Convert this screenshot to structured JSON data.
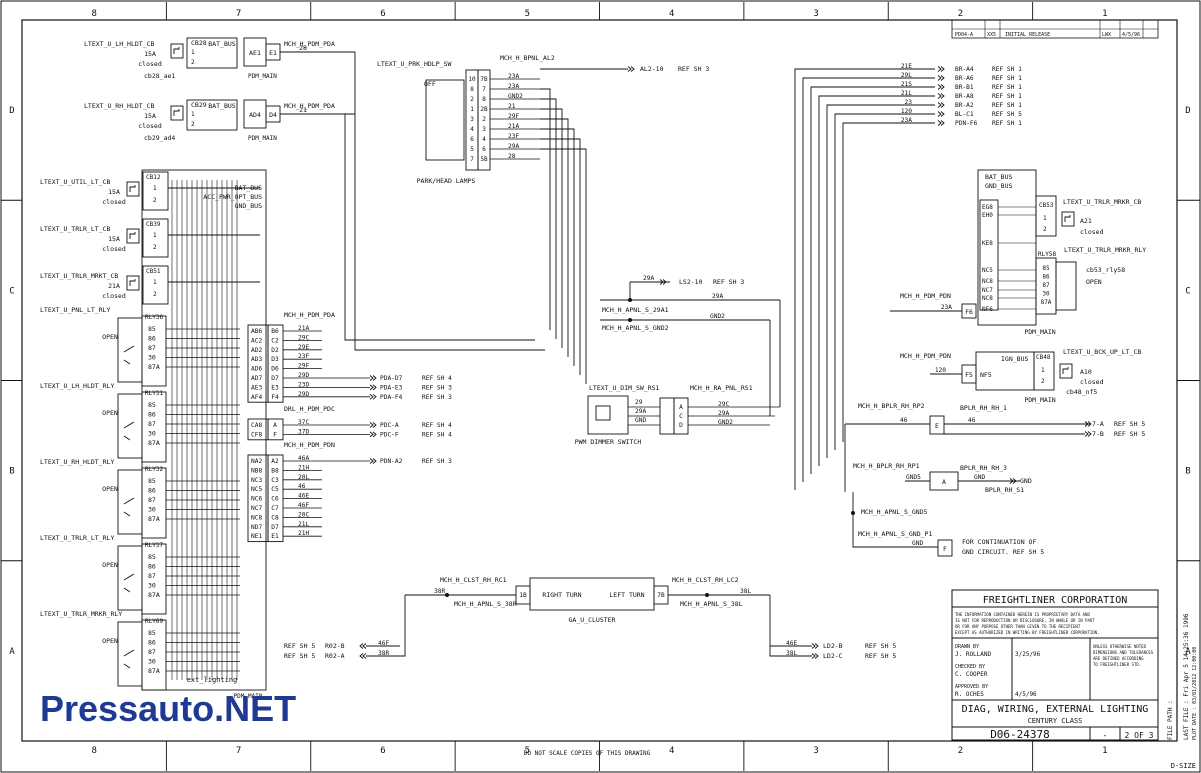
{
  "border": {
    "columns": [
      "8",
      "7",
      "6",
      "5",
      "4",
      "3",
      "2",
      "1"
    ],
    "rows": [
      "D",
      "C",
      "B",
      "A"
    ]
  },
  "breakers": [
    {
      "tag": "LTEXT_U_LH_HLDT_CB",
      "id": "CB28",
      "rating": "15A",
      "state": "closed",
      "ref": "cb28_ae1",
      "bus": "BAT_BUS",
      "pin": "AE1",
      "pin2": "E1",
      "wire": "28",
      "net": "MCH_H_PDM_PDA",
      "unit": "PDM_MAIN"
    },
    {
      "tag": "LTEXT_U_RH_HLDT_CB",
      "id": "CB29",
      "rating": "15A",
      "state": "closed",
      "ref": "cb29_ad4",
      "bus": "BAT_BUS",
      "pin": "AD4",
      "pin2": "D4",
      "wire": "21",
      "net": "MCH_H_PDM_PDA",
      "unit": "PDM_MAIN"
    }
  ],
  "left_cbs": [
    {
      "tag": "LTEXT_U_UTIL_LT_CB",
      "id": "CB12",
      "rating": "15A",
      "state": "closed"
    },
    {
      "tag": "LTEXT_U_TRLR_LT_CB",
      "id": "CB39",
      "rating": "15A",
      "state": "closed"
    },
    {
      "tag": "LTEXT_U_TRLR_MRKT_CB",
      "id": "CB51",
      "rating": "21A",
      "state": "closed"
    }
  ],
  "left_bus": [
    "BAT_BUS",
    "ACC_PWR_OPT_BUS",
    "GND_BUS"
  ],
  "relays": [
    {
      "tag": "LTEXT_U_PNL_LT_RLY",
      "id": "RLY36",
      "state": "OPEN",
      "pins": [
        "85",
        "86",
        "87",
        "30",
        "87A"
      ]
    },
    {
      "tag": "LTEXT_U_LH_HLDT_RLY",
      "id": "RLY31",
      "state": "OPEN",
      "pins": [
        "85",
        "86",
        "87",
        "30",
        "87A"
      ]
    },
    {
      "tag": "LTEXT_U_RH_HLDT_RLY",
      "id": "RLY32",
      "state": "OPEN",
      "pins": [
        "85",
        "86",
        "87",
        "30",
        "87A"
      ]
    },
    {
      "tag": "LTEXT_U_TRLR_LT_RLY",
      "id": "RLY37",
      "state": "OPEN",
      "pins": [
        "85",
        "86",
        "87",
        "30",
        "87A"
      ]
    },
    {
      "tag": "LTEXT_U_TRLR_MRKR_RLY",
      "id": "RLY69",
      "state": "OPEN",
      "pins": [
        "85",
        "86",
        "87",
        "30",
        "87A"
      ]
    }
  ],
  "pdm": {
    "title": "ext_lighting",
    "unit": "PDM_MAIN",
    "groups": [
      {
        "net": "MCH_H_PDM_PDA",
        "rows": [
          {
            "pin": "AB6",
            "pin2": "B6",
            "wire": "21A"
          },
          {
            "pin": "AC2",
            "pin2": "C2",
            "wire": "29C"
          },
          {
            "pin": "AD2",
            "pin2": "D2",
            "wire": "29E"
          },
          {
            "pin": "AD3",
            "pin2": "D3",
            "wire": "23F"
          },
          {
            "pin": "AD6",
            "pin2": "D6",
            "wire": "29F"
          },
          {
            "pin": "AD7",
            "pin2": "D7",
            "wire": "29D",
            "dest": "PDA-D7",
            "ref": "REF SH 4"
          },
          {
            "pin": "AE3",
            "pin2": "E3",
            "wire": "23D",
            "dest": "PDA-E3",
            "ref": "REF SH 3"
          },
          {
            "pin": "AF4",
            "pin2": "F4",
            "wire": "29D",
            "dest": "PDA-F4",
            "ref": "REF SH 3"
          }
        ]
      },
      {
        "net": "DRL_H_PDM_PDC",
        "rows": [
          {
            "pin": "CA8",
            "pin2": "A",
            "wire": "37C",
            "dest": "PDC-A",
            "ref": "REF SH 4"
          },
          {
            "pin": "CF8",
            "pin2": "F",
            "wire": "37D",
            "dest": "PDC-F",
            "ref": "REF SH 4"
          }
        ]
      },
      {
        "net": "MCH_H_PDM_PDN",
        "rows": [
          {
            "pin": "NA2",
            "pin2": "A2",
            "wire": "46A",
            "dest": "PDN-A2",
            "ref": "REF SH 3"
          },
          {
            "pin": "NB8",
            "pin2": "B8",
            "wire": "21H"
          },
          {
            "pin": "NC3",
            "pin2": "C3",
            "wire": "20L"
          },
          {
            "pin": "NC5",
            "pin2": "C5",
            "wire": "46"
          },
          {
            "pin": "NC6",
            "pin2": "C6",
            "wire": "46E"
          },
          {
            "pin": "NC7",
            "pin2": "C7",
            "wire": "46F"
          },
          {
            "pin": "NC8",
            "pin2": "C8",
            "wire": "20C"
          },
          {
            "pin": "ND7",
            "pin2": "D7",
            "wire": "21L"
          },
          {
            "pin": "NE1",
            "pin2": "E1",
            "wire": "21H"
          }
        ]
      }
    ]
  },
  "park_switch": {
    "tag": "LTEXT_U_PRK_HDLP_SW",
    "off": "OFF",
    "net": "MCH_H_BPNL_AL2",
    "label": "PARK/HEAD LAMPS",
    "pins": [
      "10",
      "8",
      "2",
      "1",
      "3",
      "4",
      "6",
      "5",
      "7"
    ],
    "pins2": [
      "7B",
      "7",
      "8",
      "2B",
      "2",
      "3",
      "4",
      "6",
      "5B"
    ],
    "wires": [
      "23A",
      "23A",
      "GND2",
      "21",
      "29F",
      "21A",
      "23F",
      "29A",
      "28"
    ],
    "out_dest": "AL2-10",
    "out_ref": "REF SH 3"
  },
  "top_right": [
    {
      "wire": "21E",
      "dest": "BR-A4",
      "ref": "REF SH 1"
    },
    {
      "wire": "29L",
      "dest": "BR-A6",
      "ref": "REF SH 1"
    },
    {
      "wire": "21S",
      "dest": "BR-B1",
      "ref": "REF SH 1"
    },
    {
      "wire": "21L",
      "dest": "BR-A8",
      "ref": "REF SH 1"
    },
    {
      "wire": "23",
      "dest": "BR-A2",
      "ref": "REF SH 1"
    },
    {
      "wire": "120",
      "dest": "BL-C1",
      "ref": "REF SH 5"
    },
    {
      "wire": "23A",
      "dest": "PDN-F6",
      "ref": "REF SH 1"
    }
  ],
  "rly58": {
    "bus1": "BAT_BUS",
    "bus2": "GND_BUS",
    "cb_id": "CB53",
    "cb_tag": "LTEXT_U_TRLR_MRKR_CB",
    "cb_rating": "A21",
    "cb_state": "closed",
    "rly_id": "RLY58",
    "rly_tag": "LTEXT_U_TRLR_MRKR_RLY",
    "rly_ref": "cb53_rly58",
    "rly_state": "OPEN",
    "left_pins": [
      "EG8",
      "EH0",
      "KE8",
      "NC5",
      "NC8",
      "NC7",
      "NC8",
      "NF6"
    ],
    "rly_pins": [
      "85",
      "86",
      "87",
      "30",
      "87A"
    ],
    "net": "MCH_H_PDM_PDN",
    "wire": "23A",
    "pin": "F6",
    "unit": "PDM_MAIN"
  },
  "bckup": {
    "net": "MCH_H_PDM_PDN",
    "bus": "IGN_BUS",
    "pin": "NF5",
    "conn": "F5",
    "wire": "120",
    "cb_id": "CB48",
    "cb_tag": "LTEXT_U_BCK_UP_LT_CB",
    "rating": "A10",
    "state": "closed",
    "ref": "cb48_nf5",
    "unit": "PDM_MAIN"
  },
  "dimmer": {
    "tag": "LTEXT_U_DIM_SW_RS1",
    "net": "MCH_H_RA_PNL_RS1",
    "label": "PWM DIMMER SWITCH",
    "pins": [
      "29",
      "29A",
      "GND"
    ],
    "conn": [
      "A",
      "C",
      "D"
    ],
    "wires": [
      "29C",
      "29A",
      "GND2"
    ],
    "ls_dest": "LS2-10",
    "ls_ref": "REF SH 3",
    "ls_wire": "29A",
    "net_a": "MCH_H_APNL_S_29A1",
    "net_b": "MCH_H_APNL_S_GND2",
    "gnd": "GND2"
  },
  "rp": {
    "net1": "MCH_H_BPLR_RH_RP2",
    "net1b": "BPLR_RH_RH_1",
    "rows1": [
      {
        "wire": "46",
        "conn": "E",
        "out": "46",
        "dest": "7-A",
        "ref": "REF SH 5"
      },
      {
        "conn": "D",
        "dest": "7-B",
        "ref": "REF SH 5"
      }
    ],
    "net2": "MCH_H_BPLR_RH_RP1",
    "net2b": "BPLR_RH_RH_3",
    "net2c": "BPLR_RH_S1",
    "row2": {
      "wire": "GND5",
      "conn": "A",
      "gnd": "GND",
      "gnd2": "GND"
    },
    "net3": "MCH_H_APNL_S_GND5",
    "net4": "MCH_H_APNL_S_GND_P1",
    "gnd4": "GND",
    "conn4": "F",
    "continuation": [
      "FOR CONTINUATION OF",
      "GND CIRCUIT. REF SH 5"
    ]
  },
  "cluster": {
    "right_turn": "RIGHT TURN",
    "left_turn": "LEFT TURN",
    "name": "GA_U_CLUSTER",
    "net_l": "MCH_H_CLST_RH_RC1",
    "net_l2": "MCH_H_APNL_S_38R",
    "wire_l": "38R",
    "pin_l": "1B",
    "net_r": "MCH_H_CLST_RH_LC2",
    "net_r2": "MCH_H_APNL_S_38L",
    "wire_r": "38L",
    "pin_r": "7B",
    "bottom_left": [
      {
        "ref": "REF SH 5",
        "dest": "R02-B",
        "wire": "46F"
      },
      {
        "ref": "REF SH 5",
        "dest": "R02-A",
        "wire": "38R"
      }
    ],
    "bottom_right": [
      {
        "wire": "46E",
        "dest": "LD2-B",
        "ref": "REF SH 5"
      },
      {
        "wire": "38L",
        "dest": "LD2-C",
        "ref": "REF SH 5"
      }
    ]
  },
  "title_block": {
    "company": "FREIGHTLINER CORPORATION",
    "title1": "DIAG, WIRING, EXTERNAL LIGHTING",
    "title2": "CENTURY CLASS",
    "drawing_no": "D06-24378",
    "rev": "-",
    "sheet": "2 OF 3",
    "drawn": "J. ROLLAND",
    "checked": "C. COOPER",
    "approved": "R. OCHES",
    "date1": "3/25/96",
    "date2": "4/5/96",
    "size": "D-SIZE",
    "note": "DO NOT SCALE COPIES OF THIS DRAWING",
    "file_label": "FILE PATH :",
    "side1": "LAST FILE : Fri Apr 5 14:25:36 1996",
    "side2": "PLOT DATE : 03/01/2012  12:00:00",
    "rev_block": {
      "code": "PD04-A",
      "zone": "XX5",
      "desc": "INITIAL RELEASE",
      "by": "LWX",
      "date": "4/5/96"
    }
  },
  "watermark": "Pressauto.NET"
}
